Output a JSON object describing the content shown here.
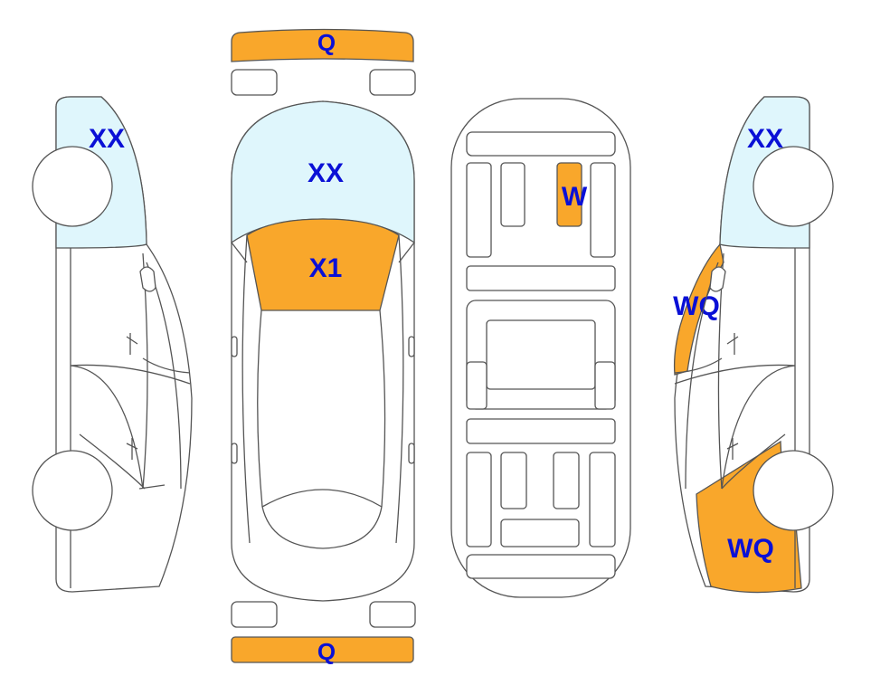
{
  "colors": {
    "damage": "#f9a72b",
    "glass": "#dff6fc",
    "outline": "#555555",
    "label": "#0a10d6",
    "background": "#ffffff"
  },
  "labels": {
    "front_bumper": "Q",
    "rear_bumper": "Q",
    "left_window": "XX",
    "top_windshield": "XX",
    "top_hood": "X1",
    "underbody_part": "W",
    "right_window": "XX",
    "right_front_door": "WQ",
    "right_rear_fender": "WQ"
  }
}
